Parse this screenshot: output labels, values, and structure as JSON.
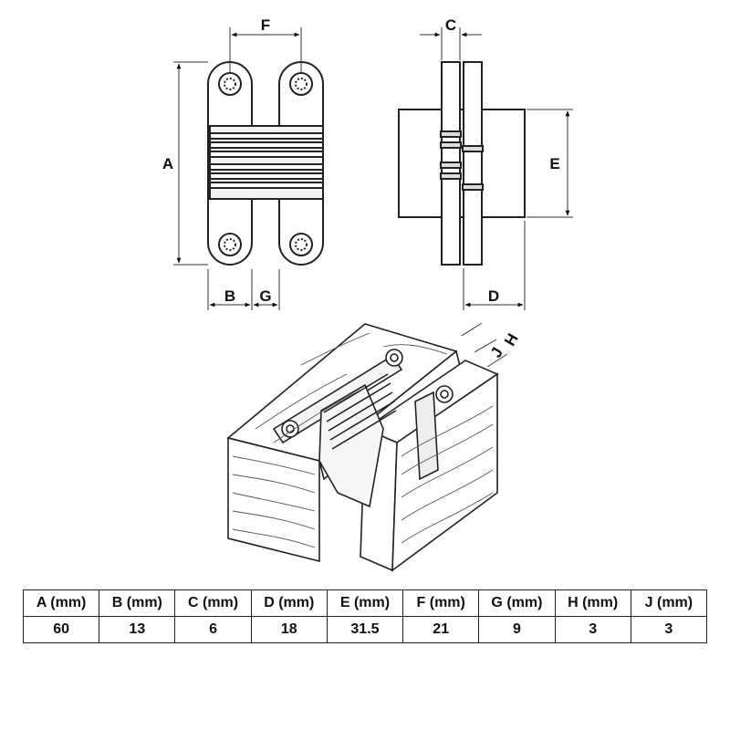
{
  "dimension_labels": {
    "A": "A",
    "B": "B",
    "C": "C",
    "D": "D",
    "E": "E",
    "F": "F",
    "G": "G",
    "H": "H",
    "J": "J"
  },
  "table": {
    "headers": [
      "A (mm)",
      "B (mm)",
      "C (mm)",
      "D (mm)",
      "E (mm)",
      "F (mm)",
      "G (mm)",
      "H (mm)",
      "J (mm)"
    ],
    "values": [
      "60",
      "13",
      "6",
      "18",
      "31.5",
      "21",
      "9",
      "3",
      "3"
    ]
  }
}
